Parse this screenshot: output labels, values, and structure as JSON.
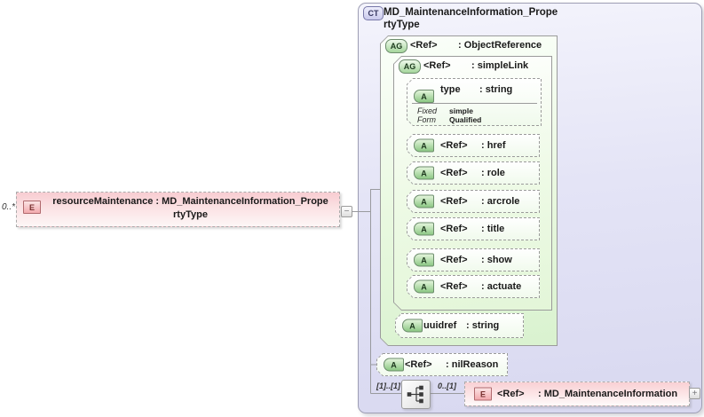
{
  "palette": {
    "element_pink": "#f8ccd1",
    "group_green": "#d9f2cf",
    "complex_type_lavender": "#d8d8f0",
    "connector_gray": "#999a9e"
  },
  "source_element": {
    "occurs": "0..*",
    "icon": "E",
    "label_lines": {
      "0": "resourceMaintenance : MD_MaintenanceInformation_Prope",
      "1": "rtyType"
    },
    "collapse_glyph": "−"
  },
  "complex_type": {
    "icon": "CT",
    "name_lines": {
      "0": "MD_MaintenanceInformation_Prope",
      "1": "rtyType"
    },
    "object_reference": {
      "icon": "AG",
      "name": "<Ref>",
      "type": ": ObjectReference",
      "simple_link": {
        "icon": "AG",
        "name": "<Ref>",
        "type": ": simpleLink",
        "attr_type": {
          "icon": "A",
          "name": "type",
          "type": ": string",
          "facets": {
            "fixed_label": "Fixed",
            "fixed_value": "simple",
            "form_label": "Form",
            "form_value": "Qualified"
          }
        },
        "attr_href": {
          "icon": "A",
          "name": "<Ref>",
          "type": ": href"
        },
        "attr_role": {
          "icon": "A",
          "name": "<Ref>",
          "type": ": role"
        },
        "attr_arcrole": {
          "icon": "A",
          "name": "<Ref>",
          "type": ": arcrole"
        },
        "attr_title": {
          "icon": "A",
          "name": "<Ref>",
          "type": ": title"
        },
        "attr_show": {
          "icon": "A",
          "name": "<Ref>",
          "type": ": show"
        },
        "attr_actuate": {
          "icon": "A",
          "name": "<Ref>",
          "type": ": actuate"
        }
      },
      "attr_uuidref": {
        "icon": "A",
        "name": "uuidref",
        "type": ": string"
      }
    },
    "attr_nil_reason": {
      "icon": "A",
      "name": "<Ref>",
      "type": ": nilReason"
    },
    "sequence": {
      "occurs": "[1]..[1]"
    },
    "maintenance_ref": {
      "occurs": "0..[1]",
      "icon": "E",
      "name": "<Ref>",
      "type": ": MD_MaintenanceInformation",
      "expand_glyph": "+"
    }
  }
}
